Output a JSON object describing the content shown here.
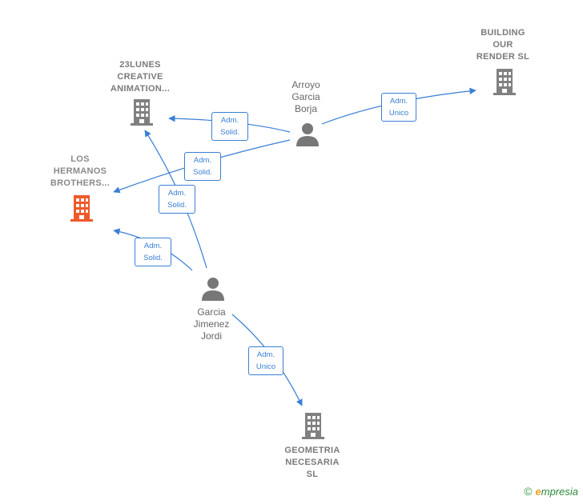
{
  "nodes": {
    "company_23lunes": {
      "lines": [
        "23LUNES",
        "CREATIVE",
        "ANIMATION..."
      ],
      "type": "company"
    },
    "company_building": {
      "lines": [
        "BUILDING",
        "OUR",
        "RENDER  SL"
      ],
      "type": "company"
    },
    "company_hermanos": {
      "lines": [
        "LOS",
        "HERMANOS",
        "BROTHERS..."
      ],
      "type": "company",
      "highlight": true
    },
    "company_geometria": {
      "lines": [
        "GEOMETRIA",
        "NECESARIA",
        "SL"
      ],
      "type": "company"
    },
    "person_arroyo": {
      "lines": [
        "Arroyo",
        "Garcia",
        "Borja"
      ],
      "type": "person"
    },
    "person_garcia": {
      "lines": [
        "Garcia",
        "Jimenez",
        "Jordi"
      ],
      "type": "person"
    }
  },
  "edges": [
    {
      "from": "person_arroyo",
      "to": "company_23lunes",
      "label": [
        "Adm.",
        "Solid."
      ]
    },
    {
      "from": "person_arroyo",
      "to": "company_building",
      "label": [
        "Adm.",
        "Unico"
      ]
    },
    {
      "from": "person_arroyo",
      "to": "company_hermanos",
      "label": [
        "Adm.",
        "Solid."
      ]
    },
    {
      "from": "person_garcia",
      "to": "company_23lunes",
      "label": [
        "Adm.",
        "Solid."
      ]
    },
    {
      "from": "person_garcia",
      "to": "company_hermanos",
      "label": [
        "Adm.",
        "Solid."
      ]
    },
    {
      "from": "person_garcia",
      "to": "company_geometria",
      "label": [
        "Adm.",
        "Unico"
      ]
    }
  ],
  "colors": {
    "edge": "#3a7fd5",
    "building": "#808080",
    "building_highlight": "#f0592b",
    "person": "#777777"
  },
  "footer": {
    "copyright_symbol": "©",
    "brand_initial": "e",
    "brand_rest": "mpresia"
  }
}
